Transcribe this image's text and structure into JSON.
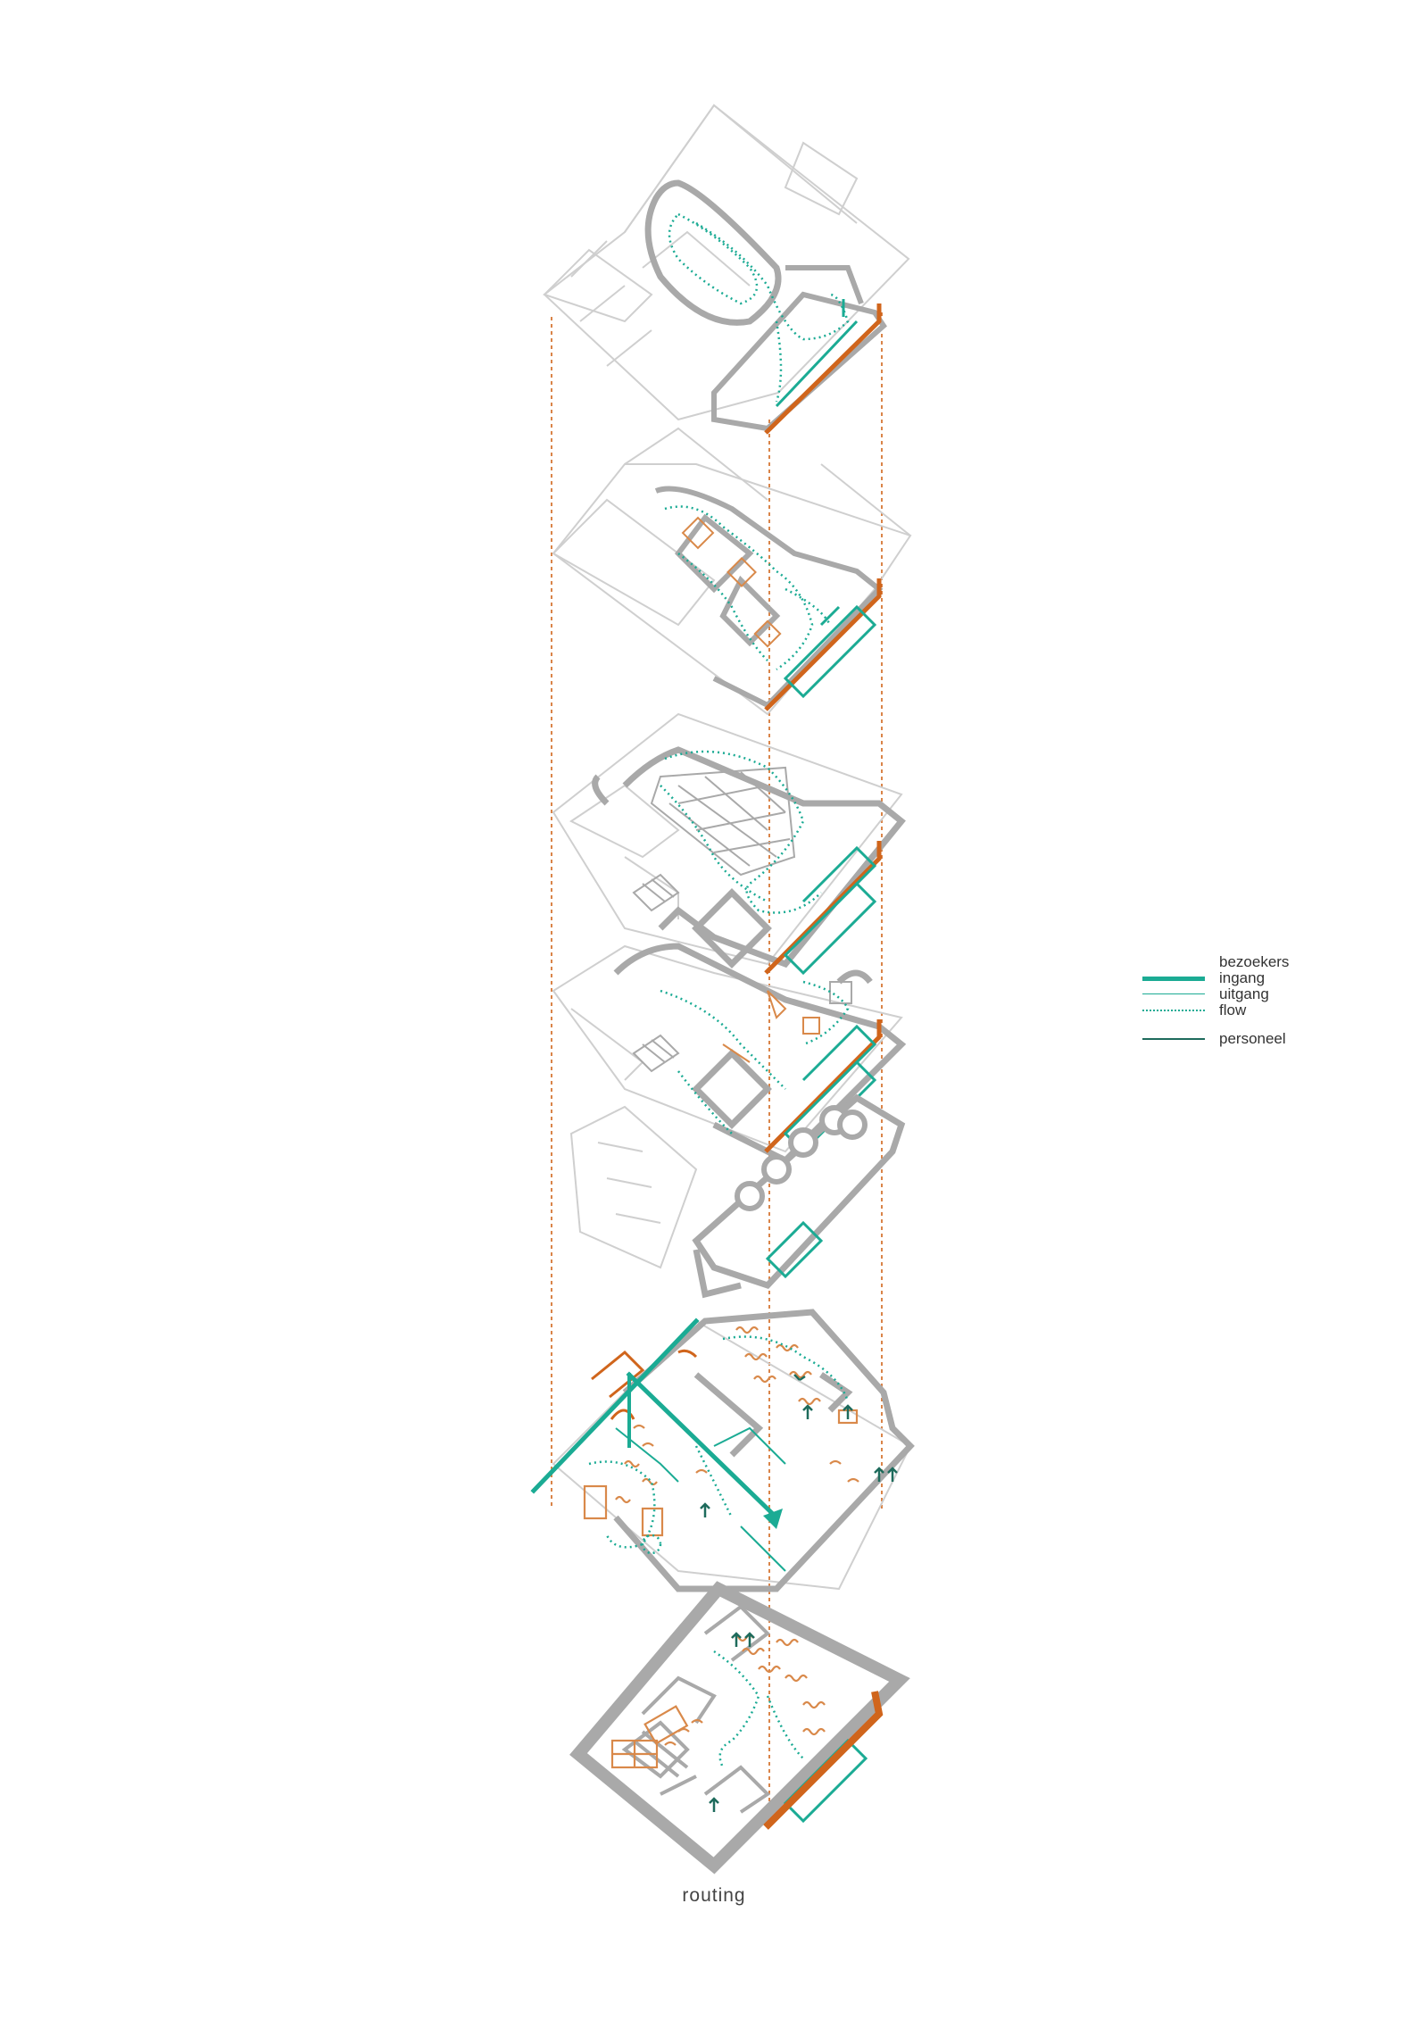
{
  "legend": {
    "group_label": "bezoekers",
    "items": [
      {
        "label": "ingang",
        "color": "#1bab94",
        "style": "thick"
      },
      {
        "label": "uitgang",
        "color": "#1bab94",
        "style": "thin"
      },
      {
        "label": "flow",
        "color": "#1bab94",
        "style": "dotted"
      },
      {
        "label": "personeel",
        "color": "#1e6b5c",
        "style": "solid"
      }
    ]
  },
  "caption": "routing",
  "colors": {
    "visitor": "#1bab94",
    "staff": "#1e6b5c",
    "accent_orange": "#d0651c",
    "furniture_orange": "#d9894a",
    "wall_gray": "#a9a9a9",
    "outline_gray": "#cfcfcf"
  }
}
